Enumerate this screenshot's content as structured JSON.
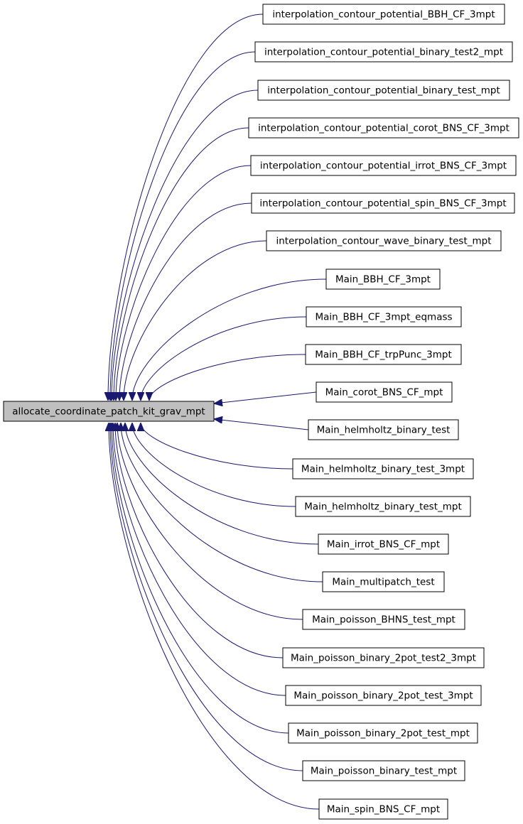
{
  "colors": {
    "edge": "#191970",
    "node_border": "#000000",
    "node_fill": "#ffffff",
    "target_fill": "#bfbfbf"
  },
  "target": {
    "label": "allocate_coordinate_patch_kit_grav_mpt"
  },
  "callers": [
    {
      "label": "interpolation_contour_potential_BBH_CF_3mpt"
    },
    {
      "label": "interpolation_contour_potential_binary_test2_mpt"
    },
    {
      "label": "interpolation_contour_potential_binary_test_mpt"
    },
    {
      "label": "interpolation_contour_potential_corot_BNS_CF_3mpt"
    },
    {
      "label": "interpolation_contour_potential_irrot_BNS_CF_3mpt"
    },
    {
      "label": "interpolation_contour_potential_spin_BNS_CF_3mpt"
    },
    {
      "label": "interpolation_contour_wave_binary_test_mpt"
    },
    {
      "label": "Main_BBH_CF_3mpt"
    },
    {
      "label": "Main_BBH_CF_3mpt_eqmass"
    },
    {
      "label": "Main_BBH_CF_trpPunc_3mpt"
    },
    {
      "label": "Main_corot_BNS_CF_mpt"
    },
    {
      "label": "Main_helmholtz_binary_test"
    },
    {
      "label": "Main_helmholtz_binary_test_3mpt"
    },
    {
      "label": "Main_helmholtz_binary_test_mpt"
    },
    {
      "label": "Main_irrot_BNS_CF_mpt"
    },
    {
      "label": "Main_multipatch_test"
    },
    {
      "label": "Main_poisson_BHNS_test_mpt"
    },
    {
      "label": "Main_poisson_binary_2pot_test2_3mpt"
    },
    {
      "label": "Main_poisson_binary_2pot_test_3mpt"
    },
    {
      "label": "Main_poisson_binary_2pot_test_mpt"
    },
    {
      "label": "Main_poisson_binary_test_mpt"
    },
    {
      "label": "Main_spin_BNS_CF_mpt"
    }
  ]
}
